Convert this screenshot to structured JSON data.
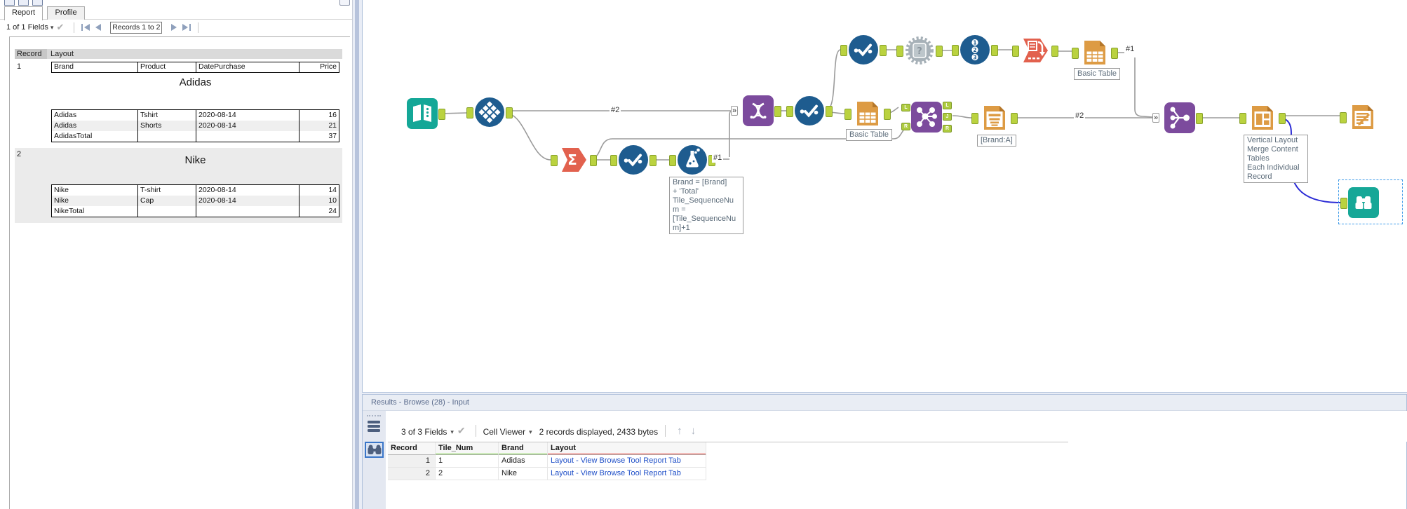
{
  "report_panel": {
    "tabs": [
      "Report",
      "Profile"
    ],
    "fields_selector": "1 of 1 Fields",
    "records_nav": "Records 1 to 2",
    "record_layout": {
      "record": "Record",
      "layout": "Layout"
    },
    "columns": [
      "Brand",
      "Product",
      "DatePurchase",
      "Price"
    ],
    "records": [
      {
        "num": "1",
        "title": "Adidas",
        "rows": [
          [
            "Adidas",
            "Tshirt",
            "2020-08-14",
            "16"
          ],
          [
            "Adidas",
            "Shorts",
            "2020-08-14",
            "21"
          ],
          [
            "AdidasTotal",
            "",
            "",
            "37"
          ]
        ]
      },
      {
        "num": "2",
        "title": "Nike",
        "rows": [
          [
            "Nike",
            "T-shirt",
            "2020-08-14",
            "14"
          ],
          [
            "Nike",
            "Cap",
            "2020-08-14",
            "10"
          ],
          [
            "NikeTotal",
            "",
            "",
            "24"
          ]
        ]
      }
    ]
  },
  "canvas": {
    "connection_labels": {
      "formula_out": "#1",
      "tile_out": "#2",
      "table_top_out": "#1",
      "text_out": "#2"
    },
    "annotations": {
      "formula": "Brand = [Brand]\n+ 'Total'\nTile_SequenceNu\nm =\n[Tile_SequenceNu\nm]+1",
      "basic_table_bottom": "Basic Table",
      "basic_table_top": "Basic Table",
      "brand_a": "[Brand:A]",
      "layout_tool": "Vertical Layout\nMerge Content\nTables\nEach Individual\nRecord"
    },
    "join_ports": {
      "in_left": "L",
      "in_right": "R",
      "out_left": "L",
      "out_join": "J",
      "out_right": "R"
    },
    "colors": {
      "tool_blue": "#1E5C8F",
      "tool_teal": "#14A797",
      "tool_salmon": "#E2614E",
      "tool_purple": "#7C4B9D",
      "tool_orange": "#DD9B44",
      "anchor_green": "#BAD23F",
      "wire_gray": "#9B9B9B",
      "selected_wire_blue": "#2B2BD5"
    }
  },
  "results_panel": {
    "title": "Results - Browse (28) - Input",
    "fields_selector": "3 of 3 Fields",
    "cell_viewer": "Cell Viewer",
    "records_info": "2 records displayed, 2433 bytes",
    "columns": [
      "Record",
      "Tile_Num",
      "Brand",
      "Layout"
    ],
    "rows": [
      [
        "1",
        "1",
        "Adidas",
        "Layout - View Browse Tool Report Tab"
      ],
      [
        "2",
        "2",
        "Nike",
        "Layout - View Browse Tool Report Tab"
      ]
    ]
  },
  "icons": {
    "caret_down": "▾",
    "checkmark": "✔",
    "arrow_up": "↑",
    "arrow_down": "↓",
    "multi_input": "»"
  }
}
